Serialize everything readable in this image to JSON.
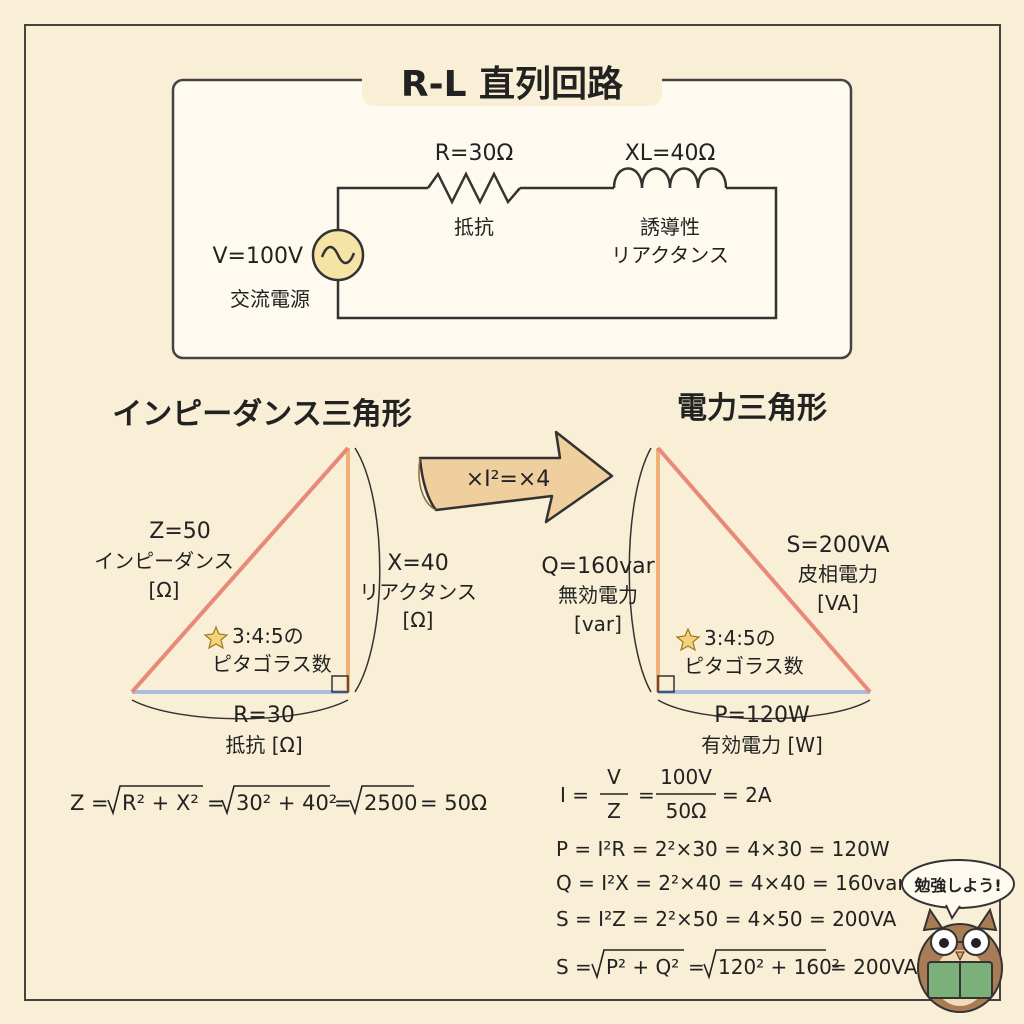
{
  "title": "R-L 直列回路",
  "circuit": {
    "source_value": "V=100V",
    "source_name": "交流電源",
    "resistor_value": "R=30Ω",
    "resistor_name": "抵抗",
    "inductor_value": "XL=40Ω",
    "inductor_name_1": "誘導性",
    "inductor_name_2": "リアクタンス"
  },
  "impedance_triangle": {
    "heading": "インピーダンス三角形",
    "hyp_value": "Z=50",
    "hyp_name": "インピーダンス",
    "hyp_unit": "[Ω]",
    "vert_value": "X=40",
    "vert_name": "リアクタンス",
    "vert_unit": "[Ω]",
    "base_value": "R=30",
    "base_name": "抵抗 [Ω]",
    "note_1": "3:4:5の",
    "note_2": "ピタゴラス数",
    "formula": {
      "lhs": "Z =",
      "r1": "R² + X²",
      "eq1": "=",
      "r2": "30² + 40²",
      "eq2": "=",
      "r3": "2500",
      "tail": "= 50Ω"
    }
  },
  "arrow_label": "×I²=×4",
  "power_triangle": {
    "heading": "電力三角形",
    "vert_value": "Q=160var",
    "vert_name": "無効電力",
    "vert_unit": "[var]",
    "hyp_value": "S=200VA",
    "hyp_name": "皮相電力",
    "hyp_unit": "[VA]",
    "base_value": "P=120W",
    "base_name": "有効電力 [W]",
    "note_1": "3:4:5の",
    "note_2": "ピタゴラス数"
  },
  "power_formulas": {
    "current": {
      "lhs": "I =",
      "num1": "V",
      "den1": "Z",
      "eq": "=",
      "num2": "100V",
      "den2": "50Ω",
      "result": "= 2A"
    },
    "p_line": "P = I²R = 2²×30 = 4×30 = 120W",
    "q_line": "Q = I²X = 2²×40 = 4×40 = 160var",
    "s_line": "S = I²Z = 2²×50 = 4×50 = 200VA",
    "s2": {
      "lhs": "S =",
      "r1": "P² + Q²",
      "eq": "=",
      "r2": "120² + 160²",
      "tail": "= 200VA"
    }
  },
  "owl_bubble": "勉強しよう!",
  "colors": {
    "background": "#f8efd6",
    "hypotenuse": "#e8897a",
    "vertical": "#f0b078",
    "base": "#a8bde0",
    "star": "#f3d27a"
  }
}
